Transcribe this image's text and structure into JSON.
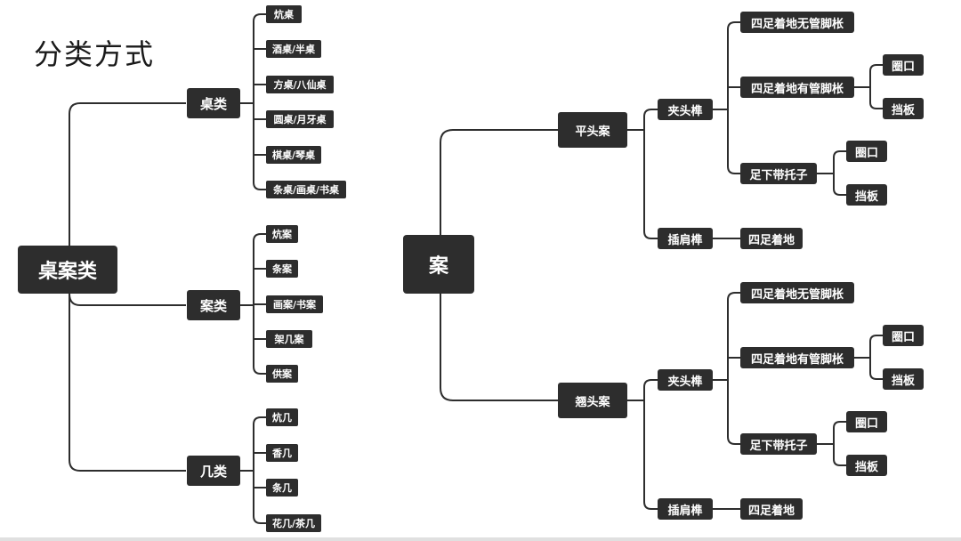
{
  "title": "分类方式",
  "left_tree": {
    "root": "桌案类",
    "groups": [
      {
        "label": "桌类",
        "items": [
          "炕桌",
          "酒桌/半桌",
          "方桌/八仙桌",
          "圆桌/月牙桌",
          "棋桌/琴桌",
          "条桌/画桌/书桌"
        ]
      },
      {
        "label": "案类",
        "items": [
          "炕案",
          "条案",
          "画案/书案",
          "架几案",
          "供案"
        ]
      },
      {
        "label": "几类",
        "items": [
          "炕几",
          "香几",
          "条几",
          "花几/茶几"
        ]
      }
    ]
  },
  "right_tree": {
    "root": "案",
    "branches": [
      {
        "label": "平头案",
        "children": [
          {
            "label": "夹头榫",
            "children": [
              {
                "label": "四足着地无管脚枨"
              },
              {
                "label": "四足着地有管脚枨",
                "children": [
                  "圈口",
                  "挡板"
                ]
              },
              {
                "label": "足下带托子",
                "children": [
                  "圈口",
                  "挡板"
                ]
              }
            ]
          },
          {
            "label": "插肩榫",
            "children": [
              {
                "label": "四足着地"
              }
            ]
          }
        ]
      },
      {
        "label": "翘头案",
        "children": [
          {
            "label": "夹头榫",
            "children": [
              {
                "label": "四足着地无管脚枨"
              },
              {
                "label": "四足着地有管脚枨",
                "children": [
                  "圈口",
                  "挡板"
                ]
              },
              {
                "label": "足下带托子",
                "children": [
                  "圈口",
                  "挡板"
                ]
              }
            ]
          },
          {
            "label": "插肩榫",
            "children": [
              {
                "label": "四足着地"
              }
            ]
          }
        ]
      }
    ]
  }
}
